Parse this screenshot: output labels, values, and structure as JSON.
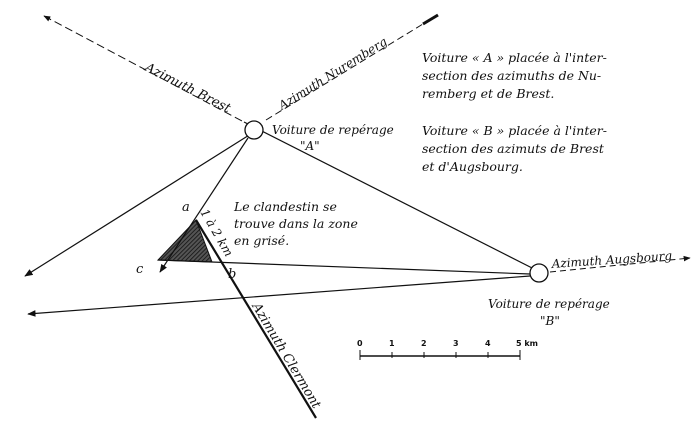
{
  "labels": {
    "azimuth_brest": "Azimuth Brest",
    "azimuth_nuremberg": "Azimuth Nuremberg",
    "azimuth_augsbourg": "Azimuth Augsbourg",
    "azimuth_clermont": "Azimuth Clermont",
    "car_a": [
      "Voiture de repérage",
      "\"A\""
    ],
    "car_b": [
      "Voiture de repérage",
      "\"B\""
    ],
    "distance": "1 à 2 km",
    "clandestin": [
      "Le clandestin se",
      "trouve dans la zone",
      "en grisé."
    ],
    "point_a": "a",
    "point_b": "b",
    "point_c": "c"
  },
  "notes": {
    "note_a": [
      "Voiture « A » placée à l'inter-",
      "section des azimuths de Nu-",
      "remberg et de Brest."
    ],
    "note_b": [
      "Voiture « B » placée à l'inter-",
      "section des azimuts de Brest",
      "et d'Augsbourg."
    ]
  },
  "scale": {
    "ticks": [
      "0",
      "1",
      "2",
      "3",
      "4",
      "5 km"
    ]
  }
}
